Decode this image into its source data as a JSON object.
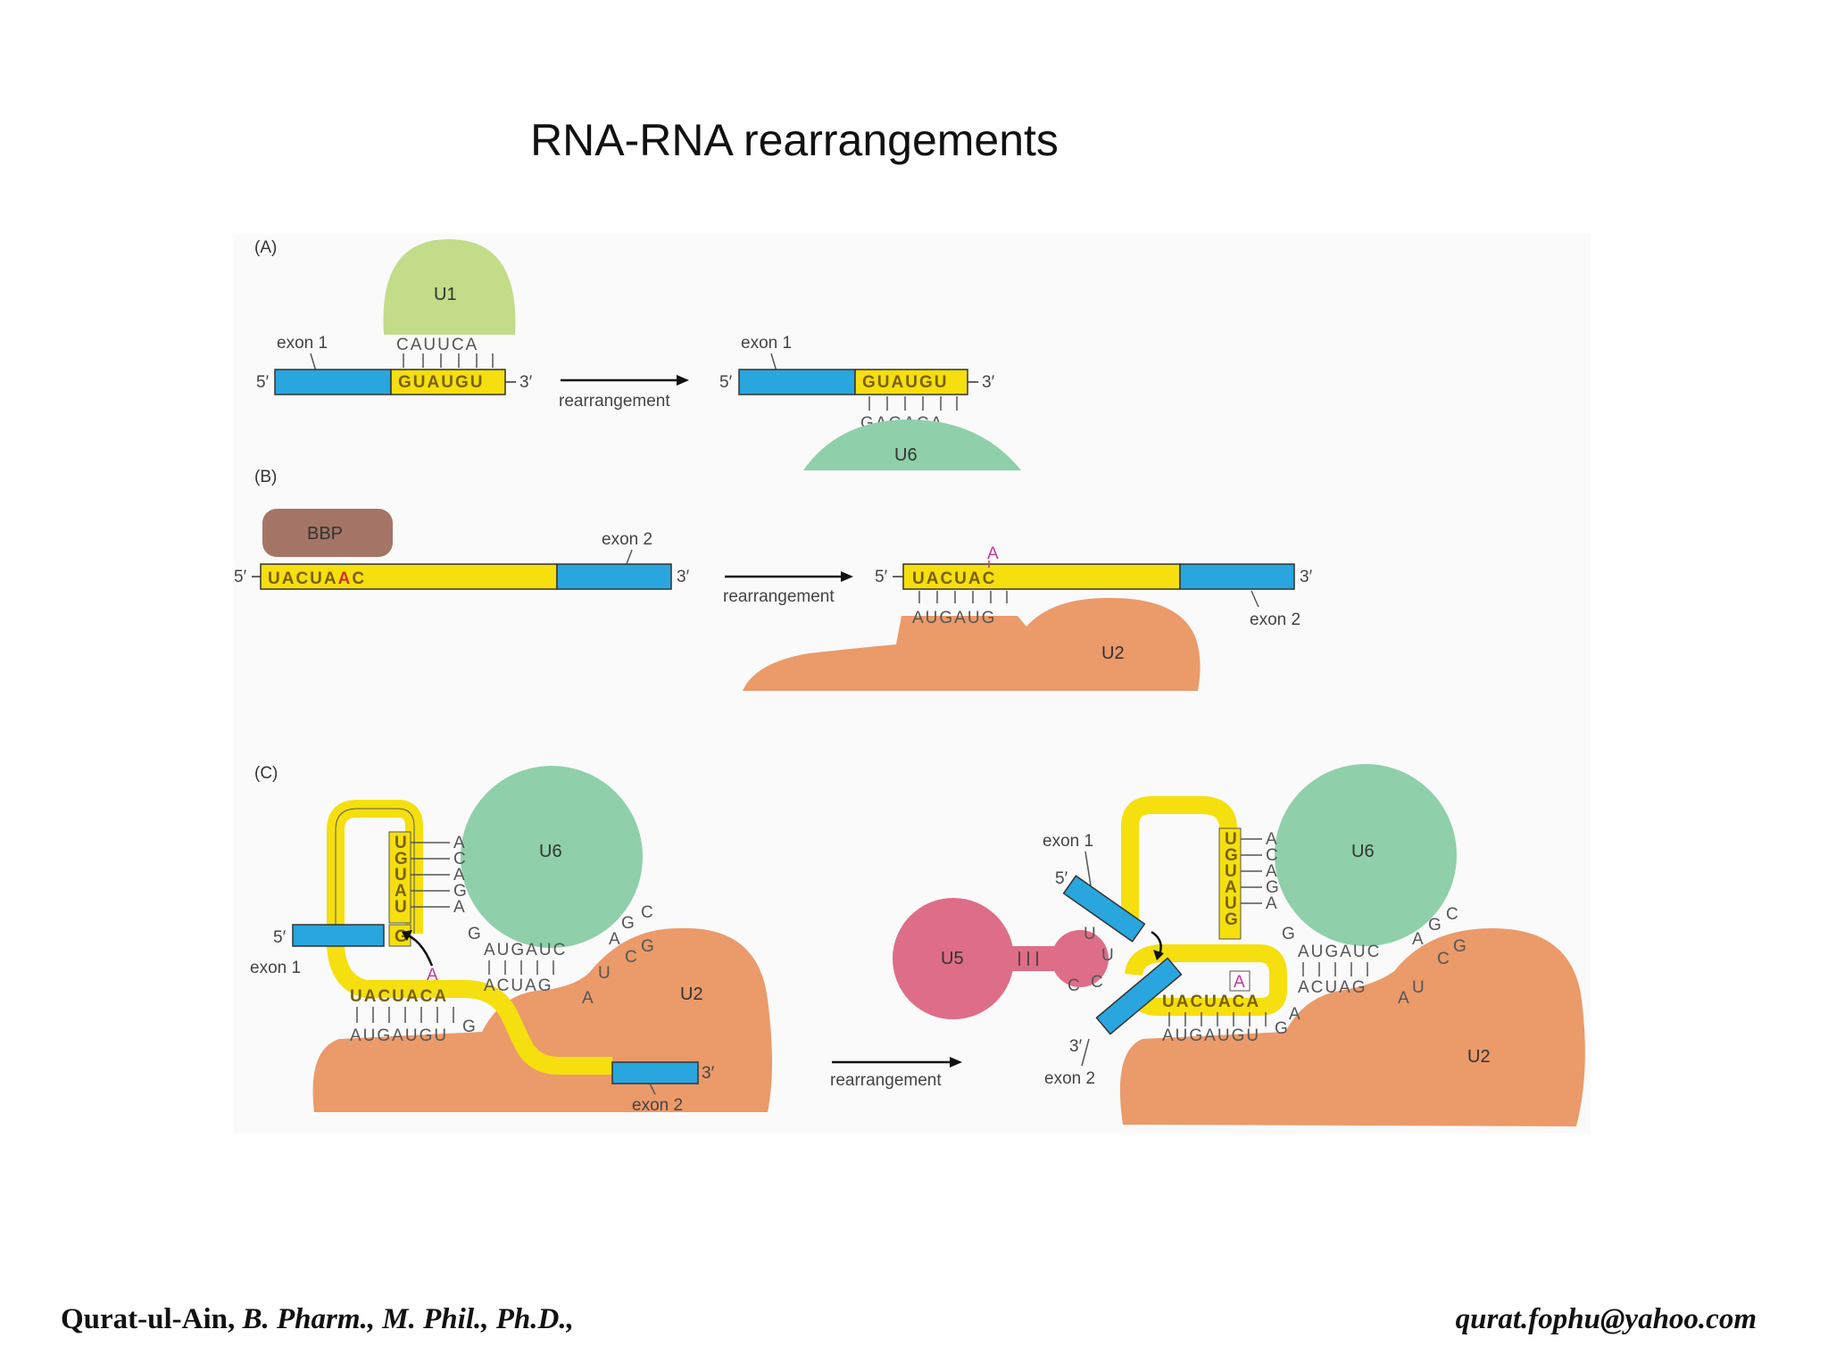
{
  "title": "RNA-RNA rearrangements",
  "footer": {
    "name": "Qurat-ul-Ain,",
    "credentials": " B. Pharm., M. Phil., Ph.D.,",
    "email": "qurat.fophu@yahoo.com"
  },
  "colors": {
    "exon": "#29a6dd",
    "intron": "#f5df0f",
    "U1": "#c2dc8a",
    "U6": "#8fcfaa",
    "U2": "#eb9a6a",
    "U5": "#de6d87",
    "BBP": "#a47566",
    "branch_A": "#d4322a",
    "branch_A_C": "#c0389b"
  },
  "panelA": {
    "label": "(A)",
    "U1": "U1",
    "exon1": "exon 1",
    "five": "5′",
    "three": "3′",
    "pair_top": "CAUUCA",
    "pair_bottom": "GUAUGU",
    "arrow": "rearrangement",
    "r_exon1": "exon 1",
    "r_five": "5′",
    "r_three": "3′",
    "r_seq": "GUAUGU",
    "r_pair": "GAGACA",
    "U6": "U6"
  },
  "panelB": {
    "label": "(B)",
    "BBP": "BBP",
    "exon2": "exon 2",
    "five": "5′",
    "three": "3′",
    "seq_pre": "UACUA",
    "seq_A": "A",
    "seq_post": "C",
    "arrow": "rearrangement",
    "r_five": "5′",
    "r_three": "3′",
    "r_A": "A",
    "r_seq": "UACUAC",
    "r_pair": "AUGAUG",
    "r_exon2": "exon 2",
    "U2": "U2"
  },
  "panelC": {
    "label": "(C)",
    "left": {
      "U6": "U6",
      "U2": "U2",
      "five": "5′",
      "exon1": "exon 1",
      "exon2": "exon 2",
      "three": "3′",
      "vert_yellow": [
        "U",
        "G",
        "U",
        "A",
        "U"
      ],
      "G": "G",
      "vert_u6": [
        "A",
        "C",
        "A",
        "G",
        "A"
      ],
      "A": "A",
      "seq_top": "UACUACA",
      "seq_bot": "AUGAUGU",
      "G_end": "G",
      "u6_seq": "AUGAUC",
      "u2_seq": "ACUAG",
      "loop_left": [
        "G",
        "A"
      ],
      "loop_right": [
        "U",
        "C",
        "G"
      ],
      "loop_top": [
        "A",
        "G",
        "C"
      ]
    },
    "arrow": "rearrangement",
    "right": {
      "U5": "U5",
      "U6": "U6",
      "U2": "U2",
      "exon1": "exon 1",
      "five": "5′",
      "three": "3′",
      "exon2": "exon 2",
      "vert_yellow": [
        "U",
        "G",
        "U",
        "A",
        "U",
        "G"
      ],
      "vert_u6": [
        "A",
        "C",
        "A",
        "G",
        "A"
      ],
      "U5_letters": [
        "U",
        "U",
        "C",
        "C"
      ],
      "A": "A",
      "seq_top": "UACUACA",
      "seq_bot": "AUGAUGU",
      "G_end": "G",
      "A_end": "A",
      "u6_seq": "AUGAUC",
      "u2_seq": "ACUAG",
      "loop_left": [
        "G",
        "A"
      ],
      "loop_right": [
        "U",
        "C",
        "G"
      ],
      "loop_top": [
        "A",
        "G",
        "C"
      ]
    }
  }
}
